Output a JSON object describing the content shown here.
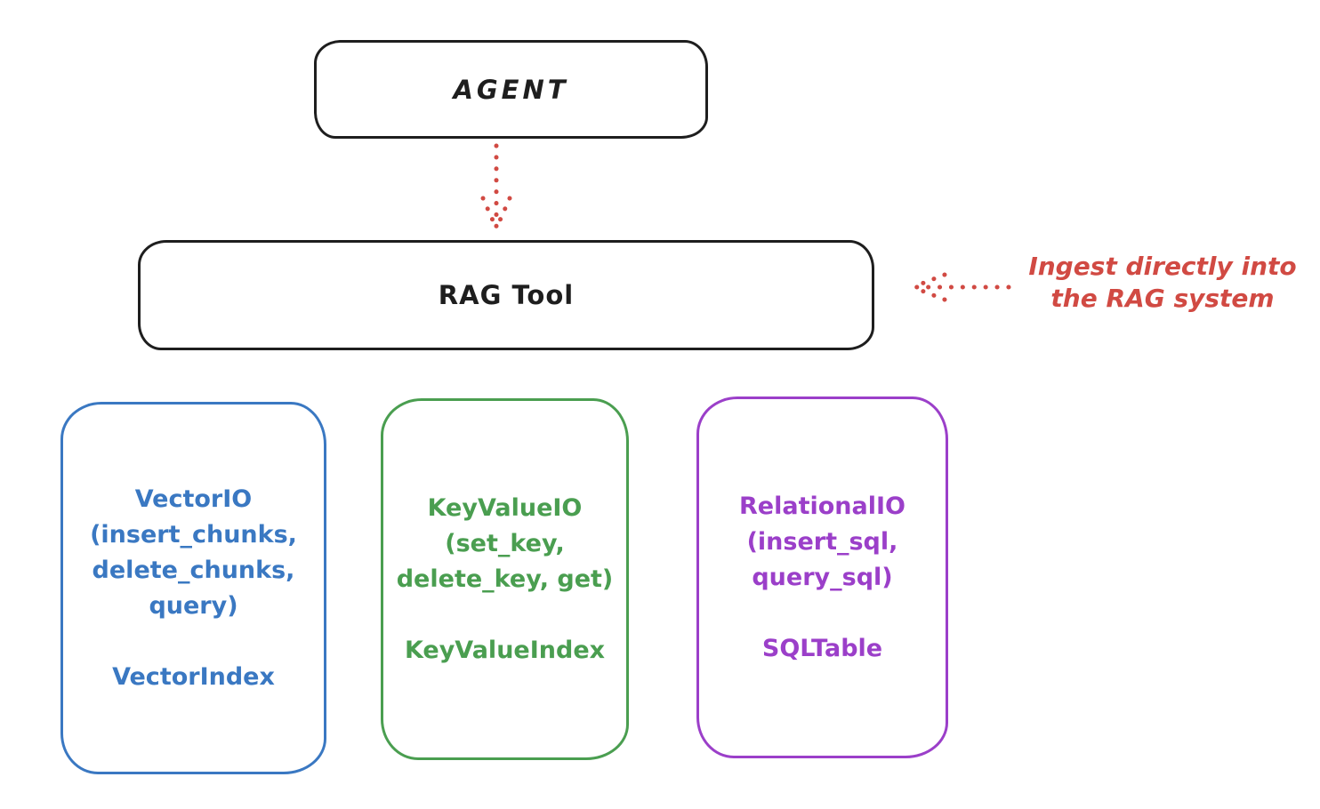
{
  "diagram": {
    "agent_label": "AGENT",
    "rag_tool_label": "RAG Tool",
    "annotation": {
      "line1": "Ingest directly into",
      "line2": "the RAG system",
      "color": "#d14a43"
    },
    "arrows": [
      {
        "name": "agent-to-rag-tool",
        "style": "dotted",
        "direction": "down",
        "color": "#d14a43"
      },
      {
        "name": "annotation-to-rag-tool",
        "style": "dotted",
        "direction": "left",
        "color": "#d14a43"
      }
    ],
    "backends": [
      {
        "name": "VectorIO",
        "color": "#3a78c2",
        "lines": [
          "VectorIO",
          "(insert_chunks,",
          "delete_chunks,",
          "query)"
        ],
        "index_label": "VectorIndex"
      },
      {
        "name": "KeyValueIO",
        "color": "#4a9e50",
        "lines": [
          "KeyValueIO",
          "(set_key,",
          "delete_key, get)"
        ],
        "index_label": "KeyValueIndex"
      },
      {
        "name": "RelationalIO",
        "color": "#9b3fc9",
        "lines": [
          "RelationalIO",
          "(insert_sql,",
          "query_sql)"
        ],
        "index_label": "SQLTable"
      }
    ],
    "colors": {
      "ink": "#1e1e1e",
      "red": "#d14a43",
      "blue": "#3a78c2",
      "green": "#4a9e50",
      "purple": "#9b3fc9",
      "background": "#ffffff"
    }
  }
}
